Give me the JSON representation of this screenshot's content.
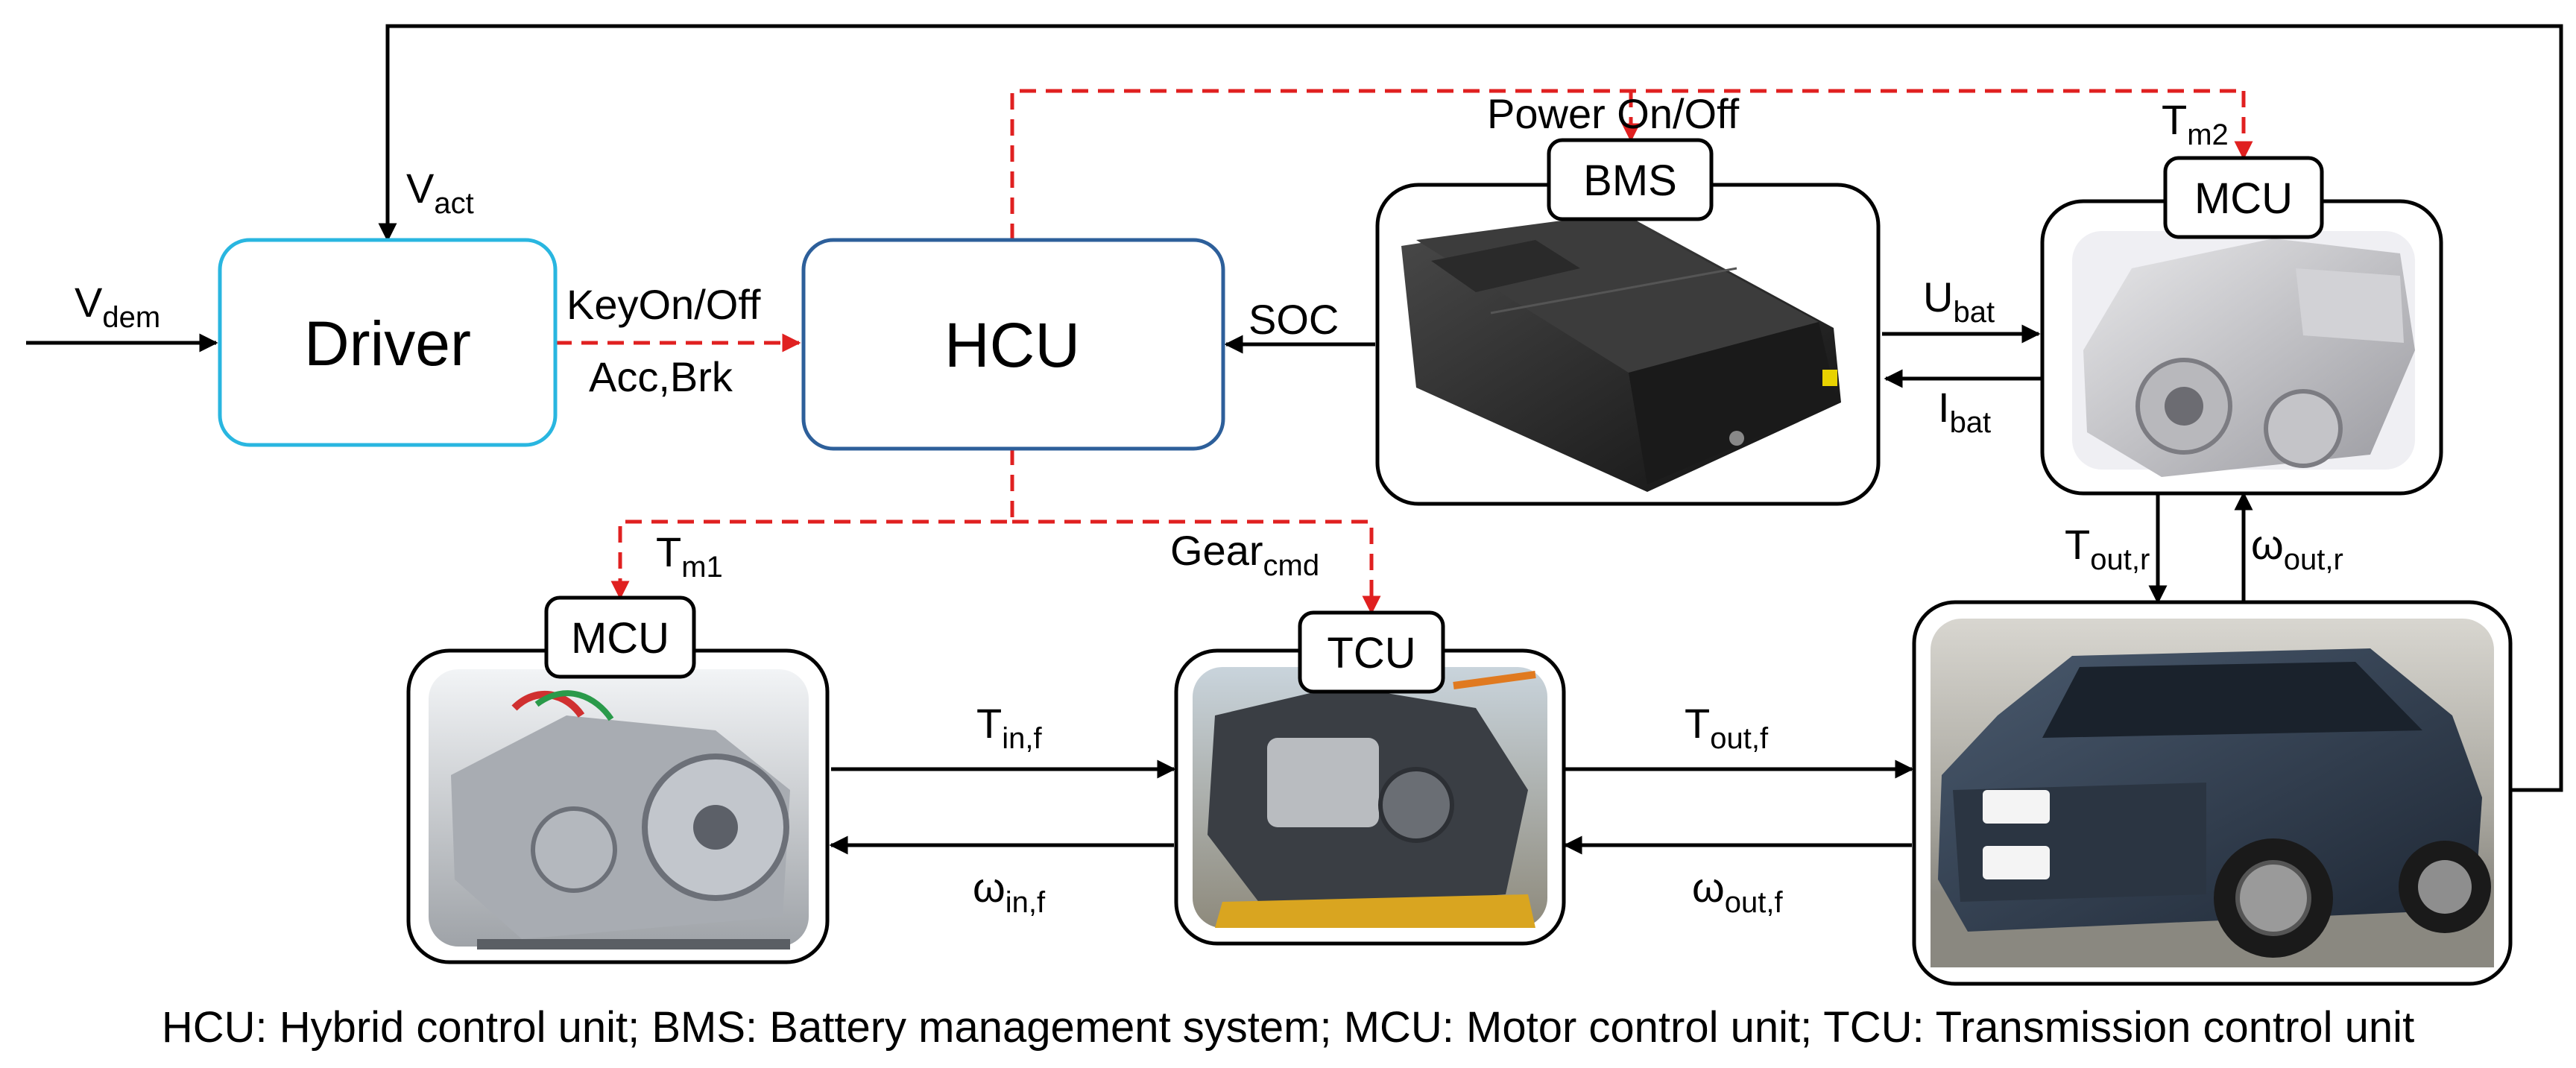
{
  "nodes": {
    "driver": "Driver",
    "hcu": "HCU",
    "bms": "BMS",
    "mcu_rear": "MCU",
    "mcu_front": "MCU",
    "tcu": "TCU"
  },
  "signals": {
    "v_dem": {
      "main": "V",
      "sub": "dem"
    },
    "v_act": {
      "main": "V",
      "sub": "act"
    },
    "key_on_off": "KeyOn/Off",
    "acc_brk": "Acc,Brk",
    "soc": "SOC",
    "power_on_off": "Power On/Off",
    "t_m2": {
      "main": "T",
      "sub": "m2"
    },
    "u_bat": {
      "main": "U",
      "sub": "bat"
    },
    "i_bat": {
      "main": "I",
      "sub": "bat"
    },
    "t_m1": {
      "main": "T",
      "sub": "m1"
    },
    "gear_cmd": {
      "main": "Gear",
      "sub": "cmd"
    },
    "t_out_r": {
      "main": "T",
      "sub": "out,r"
    },
    "omega_out_r": {
      "main": "ω",
      "sub": "out,r"
    },
    "t_in_f": {
      "main": "T",
      "sub": "in,f"
    },
    "omega_in_f": {
      "main": "ω",
      "sub": "in,f"
    },
    "t_out_f": {
      "main": "T",
      "sub": "out,f"
    },
    "omega_out_f": {
      "main": "ω",
      "sub": "out,f"
    }
  },
  "caption": "HCU: Hybrid control unit; BMS: Battery management system; MCU: Motor control unit; TCU: Transmission control unit",
  "colors": {
    "driver_border": "#29b6e0",
    "hcu_border": "#2d5f9a",
    "control_dashed": "#e02020",
    "signal_solid": "#000000"
  }
}
